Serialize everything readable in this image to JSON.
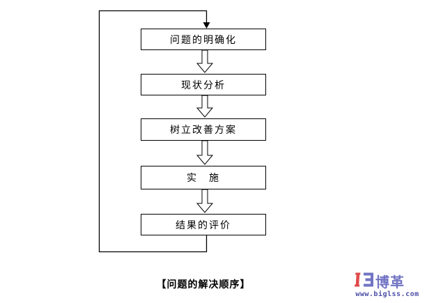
{
  "flowchart": {
    "caption": "【问题的解决顺序】",
    "steps": [
      {
        "id": "problem-clarification",
        "label": "问题的明确化"
      },
      {
        "id": "current-state-analysis",
        "label": "现状分析"
      },
      {
        "id": "establish-improvement-plan",
        "label": "树立改善方案"
      },
      {
        "id": "implementation",
        "label": "实　施"
      },
      {
        "id": "result-evaluation",
        "label": "结果的评价"
      }
    ],
    "icons": {
      "loop_arrowhead": "▼",
      "step_connector": "⇩"
    }
  },
  "logo": {
    "brand": "博革",
    "url_text": "www.biglss.com",
    "colors": {
      "icon_red": "#E04A4A",
      "icon_blue": "#7274C3",
      "brand_blue": "#7274C3",
      "url_blue": "#4A4DA8"
    }
  },
  "colors": {
    "background": "#FFFFFF",
    "line": "#000000",
    "text": "#000000"
  }
}
